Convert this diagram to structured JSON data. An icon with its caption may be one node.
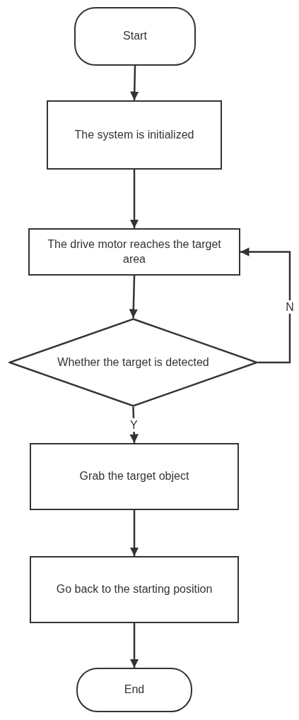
{
  "diagram": {
    "nodes": [
      {
        "text": [
          "Start"
        ]
      },
      {
        "text": [
          "The system is initialized"
        ]
      },
      {
        "text": [
          "The drive motor reaches the target area"
        ]
      },
      {
        "text": [
          "Whether the target is detected"
        ]
      },
      {
        "text": [
          "Grab the target object"
        ]
      },
      {
        "text": [
          "Go back to the starting position"
        ]
      },
      {
        "text": [
          "End"
        ]
      }
    ],
    "edges": [
      {
        "from": 0,
        "to": 1,
        "arrow": "to"
      },
      {
        "from": 1,
        "to": 2,
        "arrow": "to"
      },
      {
        "from": 2,
        "to": 3,
        "arrow": "to"
      },
      {
        "from": 3,
        "to": 2,
        "arrow": "to",
        "label": "N"
      },
      {
        "from": 3,
        "to": 4,
        "arrow": "to",
        "label": "Y"
      },
      {
        "from": 4,
        "to": 5,
        "arrow": "to"
      },
      {
        "from": 5,
        "to": 6,
        "arrow": "to"
      }
    ]
  }
}
